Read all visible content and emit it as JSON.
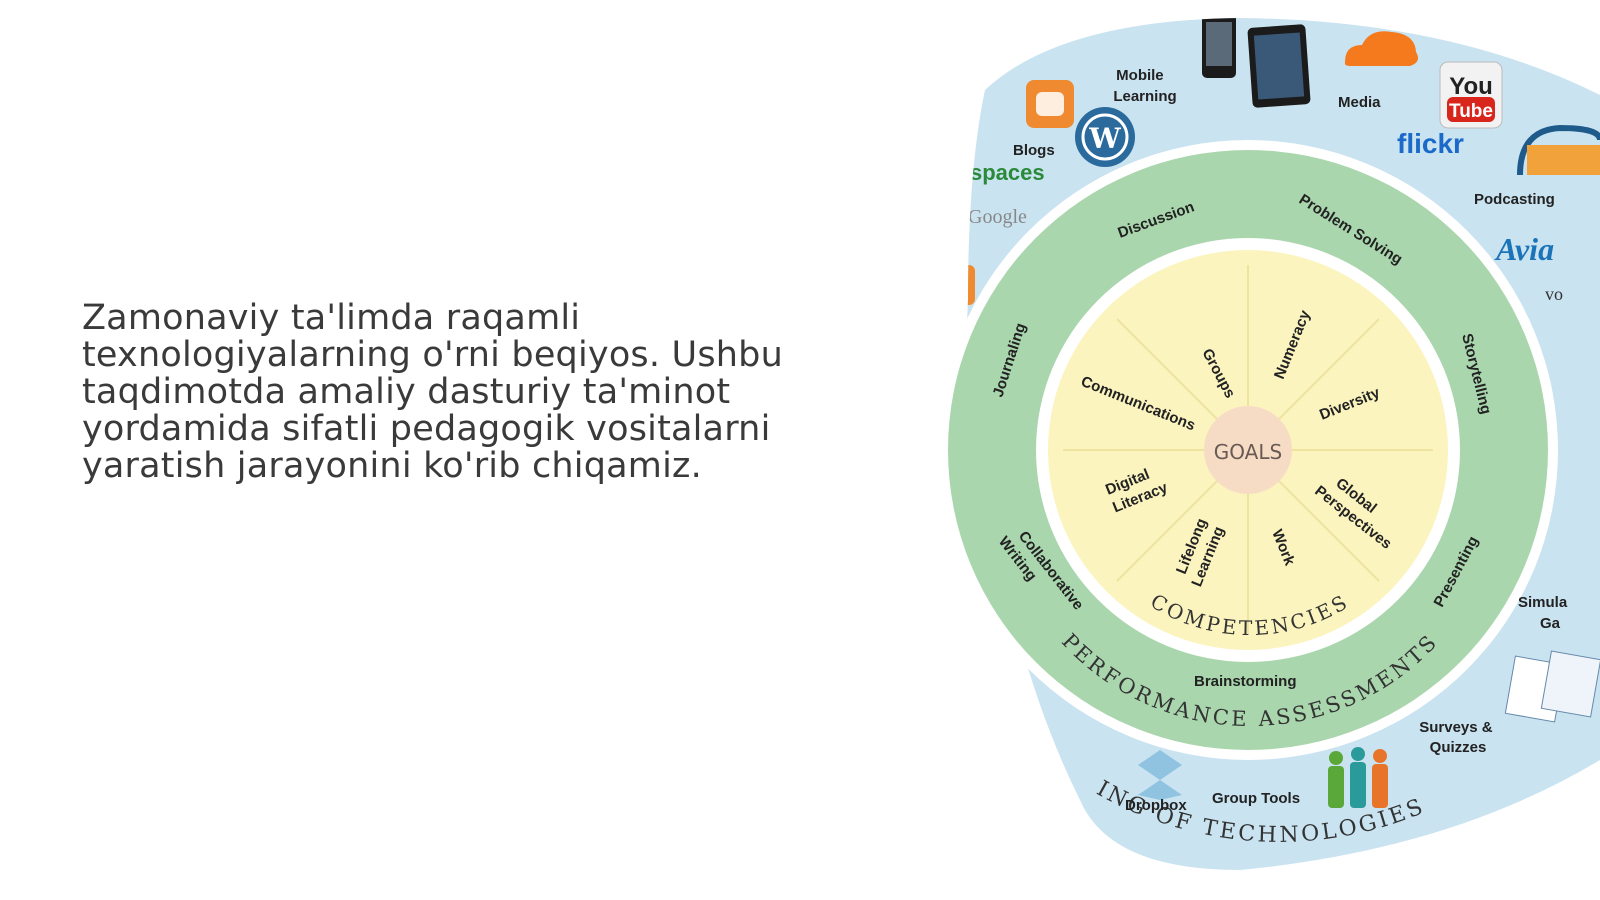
{
  "intro_lines": [
    "Zamonaviy ta'limda raqamli",
    "texnologiyalarning o'rni beqiyos. Ushbu",
    "taqdimotda amaliy dasturiy ta'minot",
    "yordamida sifatli pedagogik vositalarni",
    "yaratish jarayonini ko'rib chiqamiz."
  ],
  "diagram": {
    "center": "GOALS",
    "competencies_title": "COMPETENCIES",
    "performance_title": "PERFORMANCE ASSESSMENTS",
    "technologies_title": "ING OF TECHNOLOGIES",
    "competencies": {
      "groups": "Groups",
      "numeracy": "Numeracy",
      "communications": "Communications",
      "diversity": "Diversity",
      "digital_literacy": [
        "Digital",
        "Literacy"
      ],
      "global_perspectives": [
        "Global",
        "Perspectives"
      ],
      "lifelong_learning": [
        "Lifelong",
        "Learning"
      ],
      "work": "Work"
    },
    "assessments": {
      "discussion": "Discussion",
      "problem_solving": "Problem Solving",
      "journaling": "Journaling",
      "storytelling": "Storytelling",
      "collaborative_writing": [
        "Collaborative",
        "Writing"
      ],
      "presenting": "Presenting",
      "brainstorming": "Brainstorming"
    },
    "technologies": {
      "mobile_learning": [
        "Mobile",
        "Learning"
      ],
      "media": "Media",
      "blogs": "Blogs",
      "podcasting": "Podcasting",
      "spaces": "spaces",
      "google": "Google",
      "flickr": "flickr",
      "youtube_you": "You",
      "youtube_tube": "Tube",
      "aviary": "Avia",
      "vo": "vo",
      "simulations": [
        "Simula",
        "Ga"
      ],
      "surveys": [
        "Surveys &",
        "Quizzes"
      ],
      "dropbox": "Dropbox",
      "group_tools": "Group Tools"
    }
  },
  "colors": {
    "outer_ring": "#c9e3f1",
    "middle_ring": "#a9d6ad",
    "inner_disc": "#fbf4bf",
    "center": "#f6dcc4",
    "separator": "#ffffff"
  }
}
